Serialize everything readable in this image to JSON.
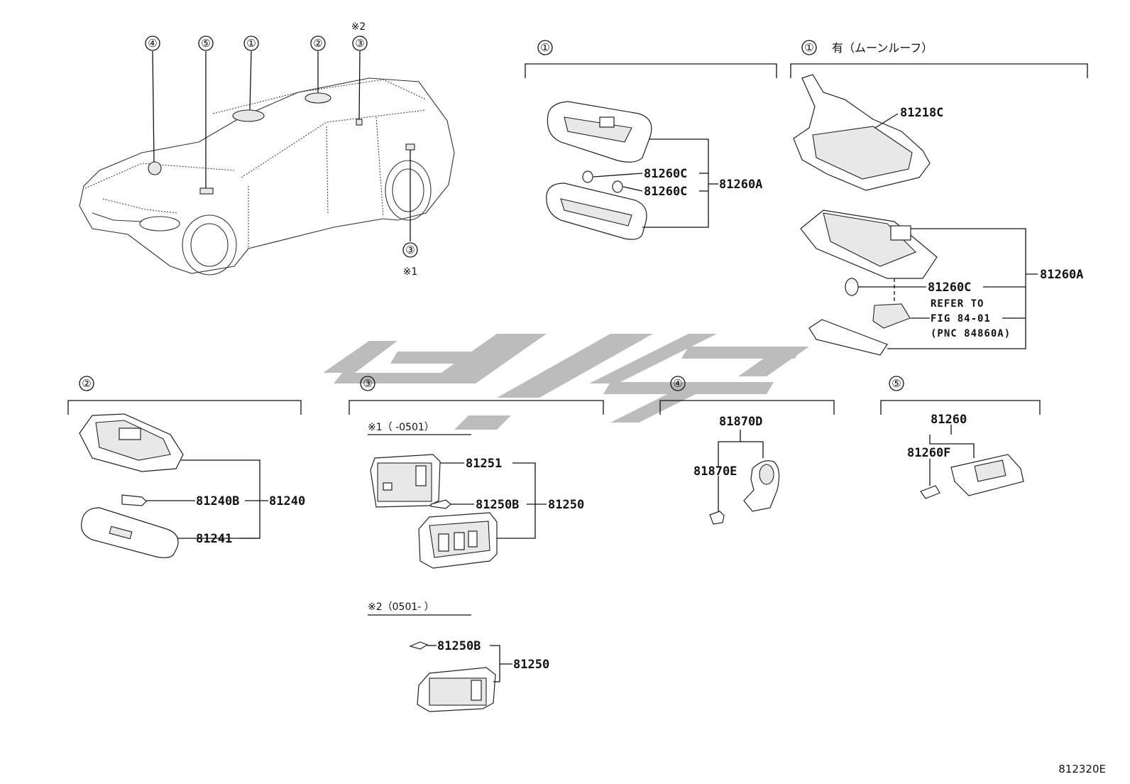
{
  "diagram": {
    "figure_id": "812320E",
    "car_view_callouts": [
      "④",
      "⑤",
      "①",
      "②",
      "③",
      "③"
    ],
    "car_view_notes": [
      "※2",
      "※1"
    ],
    "sections": {
      "s1": {
        "header": "①",
        "labels": [
          "81260C",
          "81260C",
          "81260A"
        ]
      },
      "s1_moonroof": {
        "header": "①",
        "header_note": "有（ムーンルーフ）",
        "labels": [
          "81218C",
          "81260C",
          "81260A"
        ],
        "ref_lines": [
          "REFER TO",
          "FIG 84-01",
          "(PNC 84860A)"
        ]
      },
      "s2": {
        "header": "②",
        "labels": [
          "81240B",
          "81240",
          "81241"
        ]
      },
      "s3": {
        "header": "③",
        "variant1_note": "※1（    -0501）",
        "variant1_labels": [
          "81251",
          "81250B",
          "81250"
        ],
        "variant2_note": "※2（0501-    ）",
        "variant2_labels": [
          "81250B",
          "81250"
        ]
      },
      "s4": {
        "header": "④",
        "labels": [
          "81870D",
          "81870E"
        ]
      },
      "s5": {
        "header": "⑤",
        "labels": [
          "81260",
          "81260F"
        ]
      }
    }
  }
}
